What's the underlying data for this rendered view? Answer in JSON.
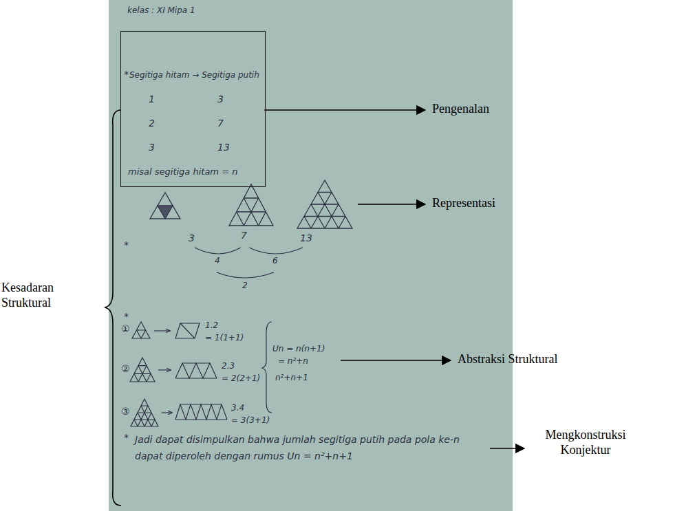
{
  "diagram": {
    "nodes": [
      {
        "text": [
          "Segitiga hitam → Segitiga putih",
          "1",
          "3",
          "2",
          "7",
          "3",
          "13",
          "misal segitiga hitam = n"
        ]
      }
    ],
    "labels": [
      "kelas : XI Mipa 1",
      "*",
      "*",
      "3",
      "7",
      "13",
      "4",
      "6",
      "2",
      "*",
      "①",
      "1.2",
      "= 1(1+1)",
      "②",
      "2.3",
      "= 2(2+1)",
      "③",
      "3.4",
      "= 3(3+1)",
      "Un = n(n+1)",
      "= n²+n",
      "n²+n+1",
      "*",
      "Jadi dapat disimpulkan bahwa jumlah segitiga putih pada pola ke-n dapat diperoleh dengan rumus Un = n²+n+1",
      "Pengenalan",
      "Representasi",
      "Abstraksi Struktural",
      "Mengkonstruksi Konjektur",
      "Kesadaran Struktural"
    ]
  }
}
